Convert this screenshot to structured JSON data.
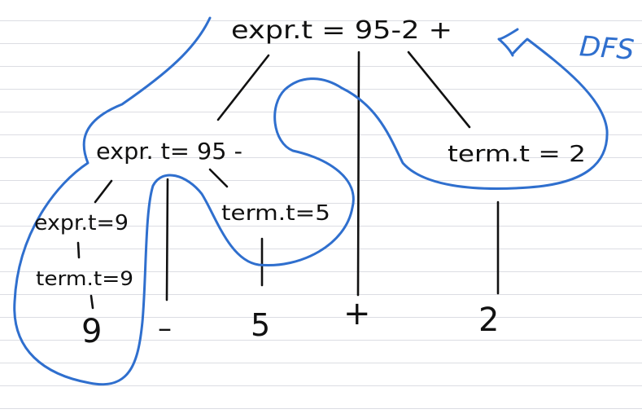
{
  "colors": {
    "ink": "#111111",
    "dfs": "#2f6fce",
    "rule_lines": "#dcdde3"
  },
  "nodes": {
    "root": "expr.t = 95-2 +",
    "expr_95": "expr. t= 95 -",
    "term_2": "term.t = 2",
    "expr_9": "expr.t=9",
    "term_5": "term.t=5",
    "term_9": "term.t=9"
  },
  "leaves": {
    "nine": "9",
    "minus": "–",
    "five": "5",
    "plus": "+",
    "two": "2"
  },
  "dfs": {
    "label": "DFS"
  }
}
